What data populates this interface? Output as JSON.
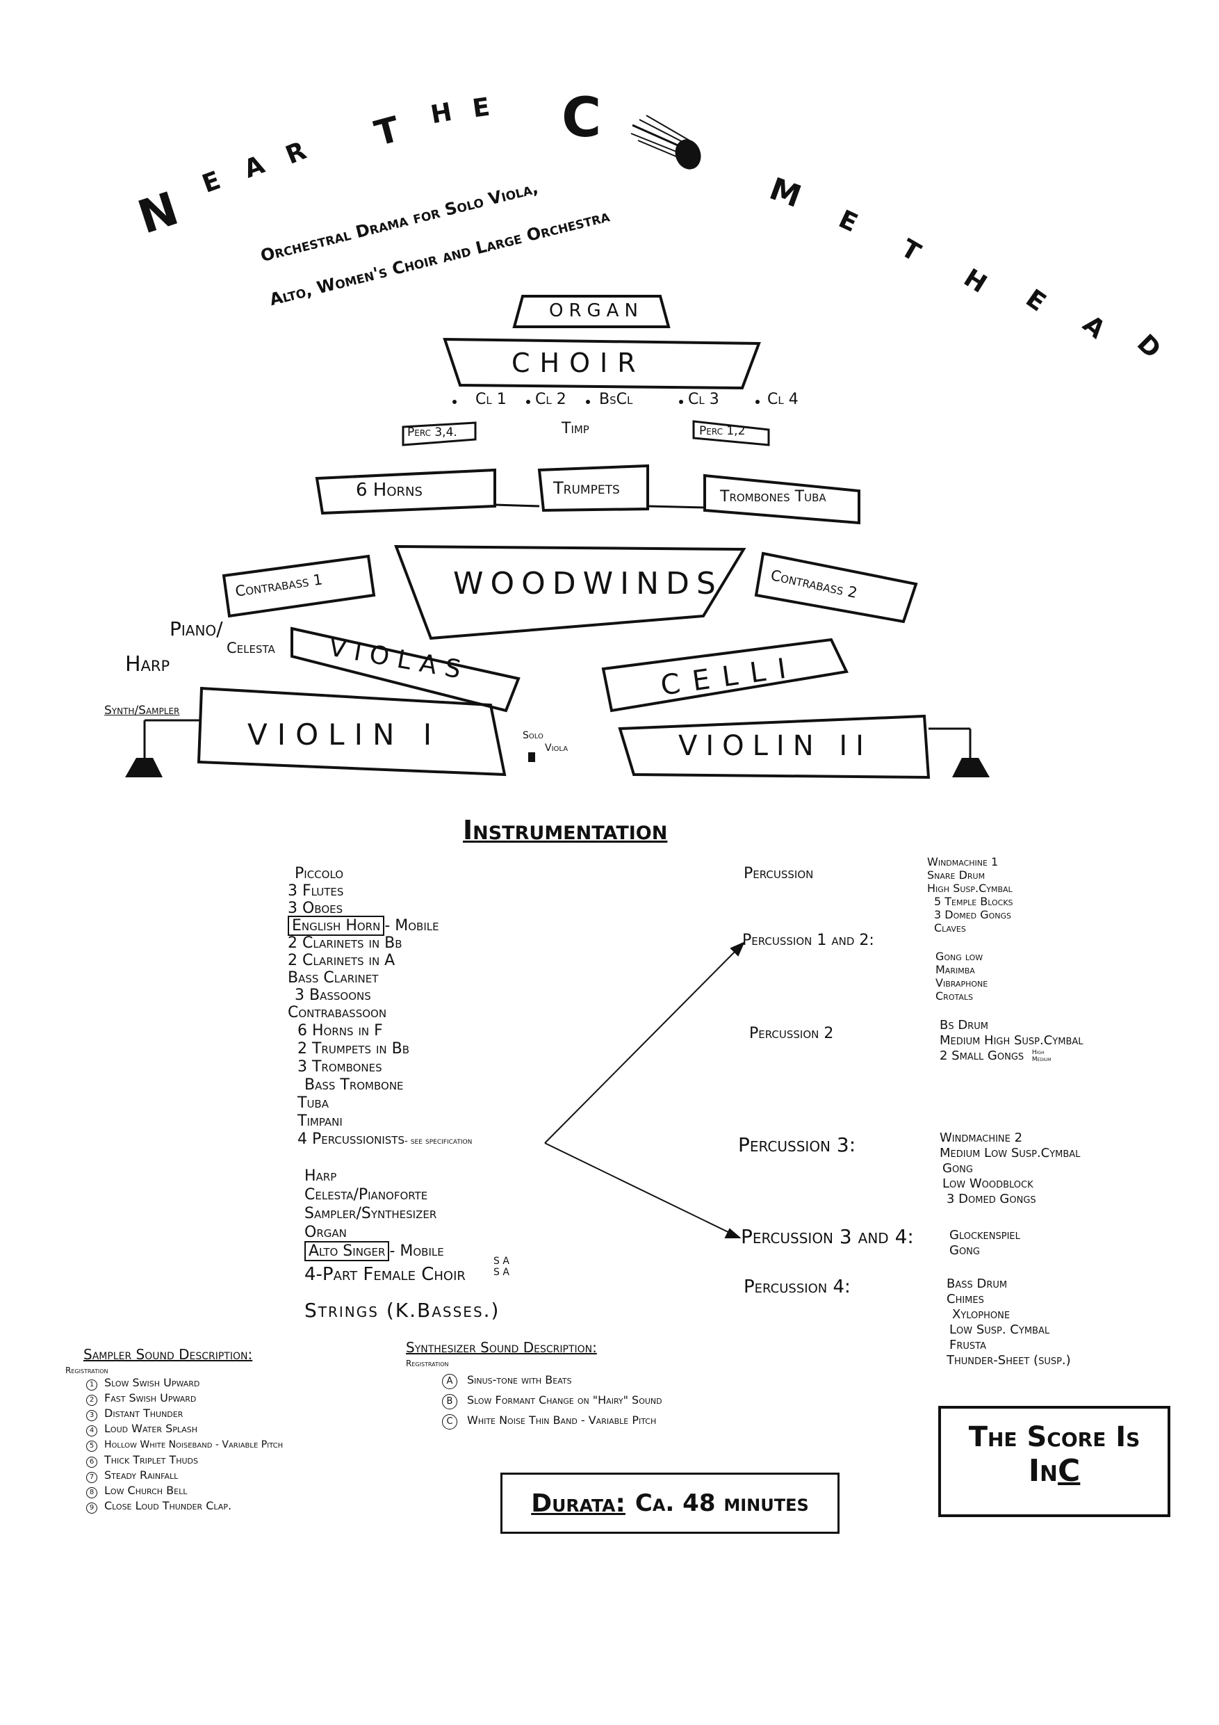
{
  "title": {
    "letters": [
      "N",
      "E",
      "A",
      "R",
      "T",
      "H",
      "E",
      "C",
      "M",
      "E",
      "T",
      "H",
      "E",
      "A",
      "D"
    ]
  },
  "subtitle": {
    "line1": "Orchestral Drama for Solo Viola,",
    "line2": "Alto, Women's Choir and Large Orchestra"
  },
  "seating": {
    "organ": "ORGAN",
    "choir": "CHOIR",
    "clarinets": [
      "Cl 1",
      "Cl 2",
      "BsCl",
      "Cl 3",
      "Cl 4"
    ],
    "perc_left": "Perc 3,4.",
    "perc_right": "Perc 1,2",
    "timp": "Timp",
    "horns": "6 Horns",
    "trumpets": "Trumpets",
    "trombones": "Trombones Tuba",
    "contrabass1": "Contrabass 1",
    "woodwinds": "WOODWINDS",
    "contrabass2": "Contrabass 2",
    "piano": "Piano/",
    "celesta": "Celesta",
    "harp": "Harp",
    "violas": "VIOLAS",
    "celli": "CELLI",
    "synth": "Synth/Sampler",
    "violin1": "VIOLIN I",
    "solo_viola": "Solo",
    "solo_viola2": "Viola",
    "violin2": "VIOLIN II"
  },
  "instrumentation": {
    "heading": "Instrumentation",
    "woodwinds": [
      "Piccolo",
      "3 Flutes",
      "3 Oboes",
      "English Horn",
      "2 Clarinets in Bb",
      "2 Clarinets in A",
      "Bass Clarinet",
      "3 Bassoons",
      "Contrabassoon"
    ],
    "english_horn_note": "- Mobile",
    "brass": [
      "6 Horns in F",
      "2 Trumpets in Bb",
      "3 Trombones",
      "Bass Trombone",
      "Tuba",
      "Timpani",
      "4 Percussionists"
    ],
    "percussionists_note": "- see specification",
    "others": [
      "Harp",
      "Celesta/Pianoforte",
      "Sampler/Synthesizer",
      "Organ",
      "Alto Singer"
    ],
    "alto_note": "- Mobile",
    "choir": "4-Part Female Choir",
    "choir_voices_top": "S A",
    "choir_voices_bottom": "S A",
    "strings": "Strings (K.Basses.)"
  },
  "percussion": {
    "p0_label": "Percussion",
    "p0_items": [
      "Windmachine 1",
      "Snare Drum",
      "High Susp.Cymbal",
      "5 Temple Blocks",
      "3 Domed Gongs",
      "Claves"
    ],
    "p12_label": "Percussion 1 and 2:",
    "p12_items": [
      "Gong low",
      "Marimba",
      "Vibraphone",
      "Crotals"
    ],
    "p2_label": "Percussion 2",
    "p2_items": [
      "Bs Drum",
      "Medium High Susp.Cymbal",
      "2 Small Gongs"
    ],
    "p2_gong_note_top": "High",
    "p2_gong_note_bottom": "Medium",
    "p3_label": "Percussion 3:",
    "p3_items": [
      "Windmachine 2",
      "Medium Low Susp.Cymbal",
      "Gong",
      "Low Woodblock",
      "3 Domed Gongs"
    ],
    "p34_label": "Percussion 3 and 4:",
    "p34_items": [
      "Glockenspiel",
      "Gong"
    ],
    "p4_label": "Percussion 4:",
    "p4_items": [
      "Bass Drum",
      "Chimes",
      "Xylophone",
      "Low Susp. Cymbal",
      "Frusta",
      "Thunder-Sheet (susp.)"
    ]
  },
  "sampler": {
    "heading": "Sampler Sound Description:",
    "registration": "Registration",
    "items": [
      {
        "n": "1",
        "t": "Slow Swish Upward"
      },
      {
        "n": "2",
        "t": "Fast Swish Upward"
      },
      {
        "n": "3",
        "t": "Distant Thunder"
      },
      {
        "n": "4",
        "t": "Loud Water Splash"
      },
      {
        "n": "5",
        "t": "Hollow White Noiseband - Variable Pitch"
      },
      {
        "n": "6",
        "t": "Thick Triplet Thuds"
      },
      {
        "n": "7",
        "t": "Steady Rainfall"
      },
      {
        "n": "8",
        "t": "Low Church Bell"
      },
      {
        "n": "9",
        "t": "Close Loud Thunder Clap."
      }
    ]
  },
  "synth": {
    "heading": "Synthesizer Sound Description:",
    "registration": "Registration",
    "items": [
      {
        "n": "A",
        "t": "Sinus-tone with Beats"
      },
      {
        "n": "B",
        "t": "Slow Formant Change on \"Hairy\" Sound"
      },
      {
        "n": "C",
        "t": "White Noise Thin Band - Variable Pitch"
      }
    ]
  },
  "durata": {
    "label": "Durata:",
    "value": "Ca. 48 minutes"
  },
  "score_note": {
    "line1": "The Score Is",
    "line2_pre": "In",
    "line2_key": "C"
  },
  "colors": {
    "ink": "#111111",
    "paper": "#ffffff"
  }
}
